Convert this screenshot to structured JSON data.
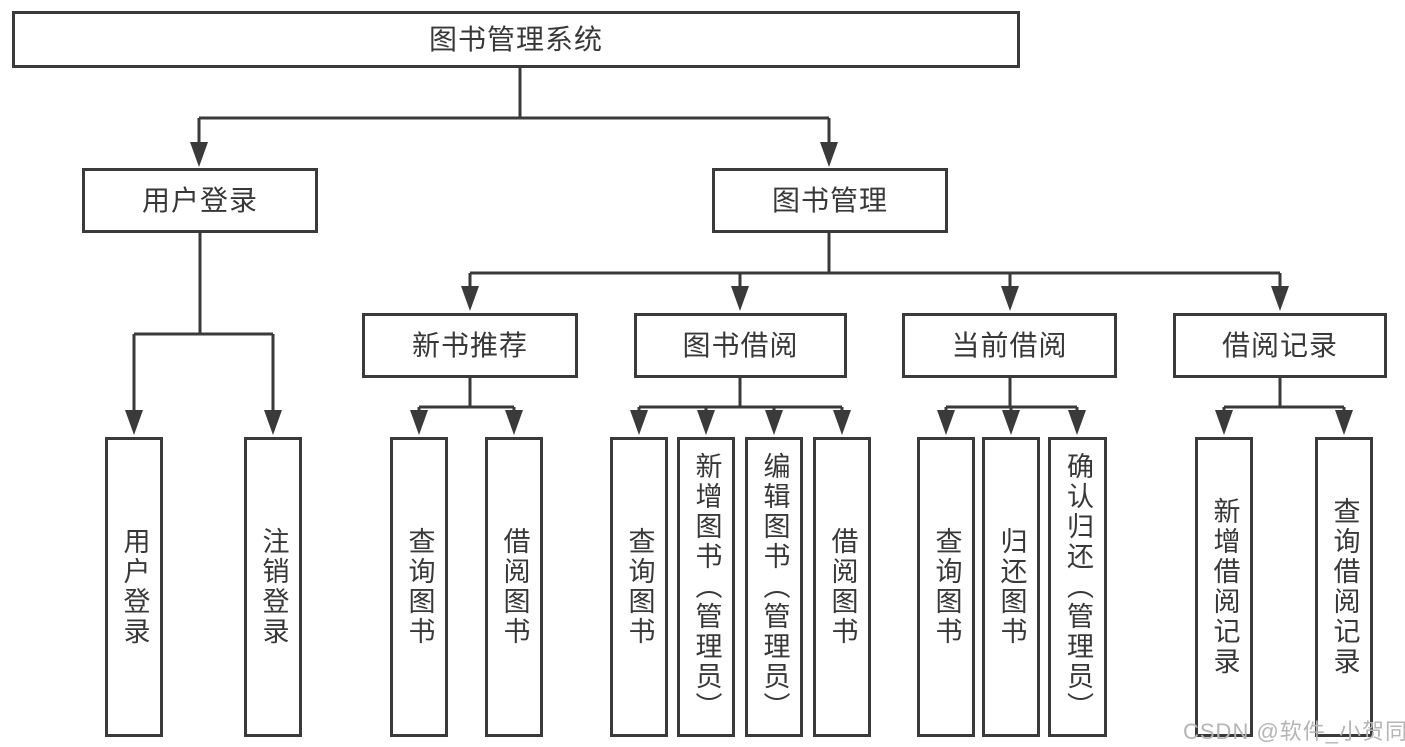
{
  "diagram_title": "图书管理系统",
  "tree": {
    "label": "图书管理系统",
    "children": [
      {
        "label": "用户登录",
        "children": [
          {
            "label": "用户登录"
          },
          {
            "label": "注销登录"
          }
        ]
      },
      {
        "label": "图书管理",
        "children": [
          {
            "label": "新书推荐",
            "children": [
              {
                "label": "查询图书"
              },
              {
                "label": "借阅图书"
              }
            ]
          },
          {
            "label": "图书借阅",
            "children": [
              {
                "label": "查询图书"
              },
              {
                "label": "新增图书（管理员）"
              },
              {
                "label": "编辑图书（管理员）"
              },
              {
                "label": "借阅图书"
              }
            ]
          },
          {
            "label": "当前借阅",
            "children": [
              {
                "label": "查询图书"
              },
              {
                "label": "归还图书"
              },
              {
                "label": "确认归还（管理员）"
              }
            ]
          },
          {
            "label": "借阅记录",
            "children": [
              {
                "label": "新增借阅记录"
              },
              {
                "label": "查询借阅记录"
              }
            ]
          }
        ]
      }
    ]
  },
  "watermark": {
    "text": "CSDN @软件_小贺同学"
  },
  "colors": {
    "line": "#3a3a3a",
    "text": "#383838",
    "watermark": "#b5b5b5",
    "background": "#ffffff"
  }
}
